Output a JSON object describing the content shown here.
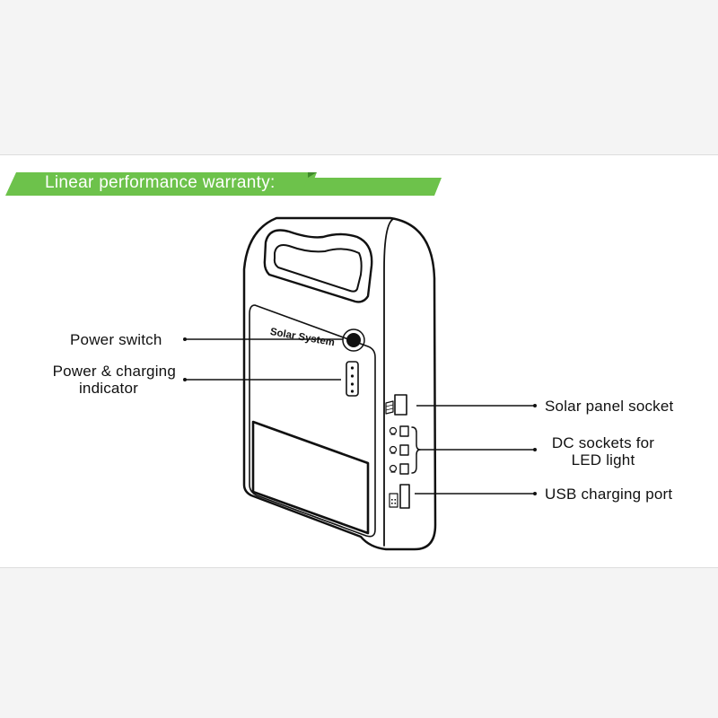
{
  "banner": {
    "title": "Linear performance warranty:",
    "color": "#6dc24b",
    "dark_color": "#3f8a2a"
  },
  "device": {
    "brand_text": "Solar System",
    "power_button_icon": "power-button-icon",
    "battery_indicator_icon": "battery-level-icon",
    "solar_socket_icon": "solar-panel-icon",
    "led_socket_icon": "light-bulb-icon",
    "usb_port_icon": "phone-icon"
  },
  "callouts": {
    "power_switch": "Power switch",
    "power_charging_line1": "Power & charging",
    "power_charging_line2": "indicator",
    "solar_panel_socket": "Solar panel socket",
    "dc_sockets_line1": "DC sockets for",
    "dc_sockets_line2": "LED light",
    "usb_charging_port": "USB charging port"
  }
}
